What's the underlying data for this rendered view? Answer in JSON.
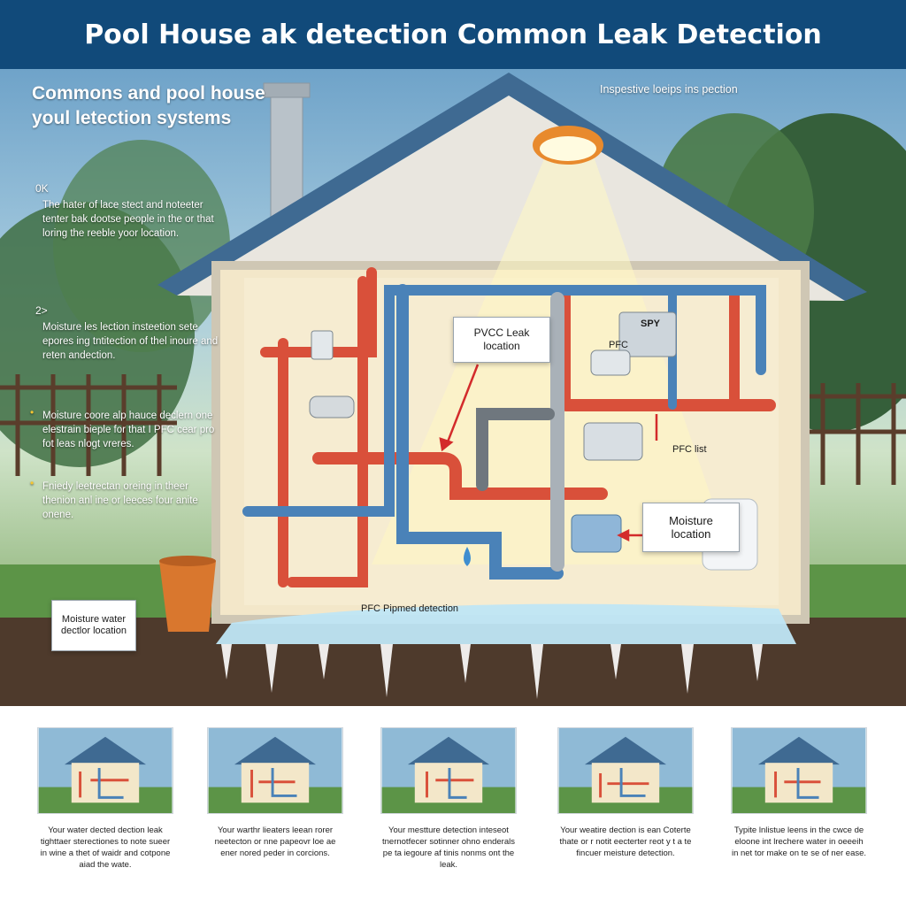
{
  "header": {
    "title": "Pool House ak detection Common Leak Detection"
  },
  "left_panel": {
    "title": "Commons and pool house youl letection systems",
    "notes": [
      {
        "marker": "0K",
        "text": "The hater of lace stect and noteeter tenter bak dootse people in the or that loring the reeble yoor location."
      },
      {
        "marker": "2>",
        "text": "Moisture les lection insteetion sete epores ing tntitection of thel inoure and reten andection."
      },
      {
        "marker": "•",
        "text": "Moisture coore alp hauce declern one elestrain bieple for that I PFC cear pro fot leas nlogt vreres."
      },
      {
        "marker": "•",
        "text": "Fniedy leetrectan oreing in theer thenion anl ine or leeces four anite onene."
      }
    ]
  },
  "labels": {
    "inspection_note": "Inspestive loeips ins pection",
    "pvc_leak": "PVCC Leak location",
    "moisture_location": "Moisture location",
    "moisture_water": "Moisture water dectlor location",
    "floor_detection": "PFC Pipmed detection",
    "pfc_list": "PFC list",
    "pfc_small": "PFC",
    "panel_tag": "SPY"
  },
  "thumbnails": [
    {
      "caption": "Your water dected dection leak tighttaer sterectiones to note sueer in wine a thet of waidr and cotpone aiad the wate."
    },
    {
      "caption": "Your warthr lieaters leean rorer neetecton or nne papeovr loe ae ener nored peder in corcions."
    },
    {
      "caption": "Your mestture detection inteseot tnernotfecer sotinner ohno enderals pe ta iegoure af tinis nonms ont the leak."
    },
    {
      "caption": "Your weatire dection is ean Coterte thate or r notit eecterter reot y t a te fincuer meisture detection."
    },
    {
      "caption": "Typite lnlistue leens in the cwce de eloone int lrechere water in oeeeih in net tor make on te se of ner ease."
    }
  ],
  "colors": {
    "banner": "#114a7a",
    "hot_pipe": "#d9503a",
    "cold_pipe": "#4a82b8",
    "water": "#bfe6f5"
  },
  "icons": [
    "ceiling-lamp-icon",
    "chimney-icon",
    "pipe-icon",
    "water-drop-icon",
    "arrow-icon"
  ]
}
